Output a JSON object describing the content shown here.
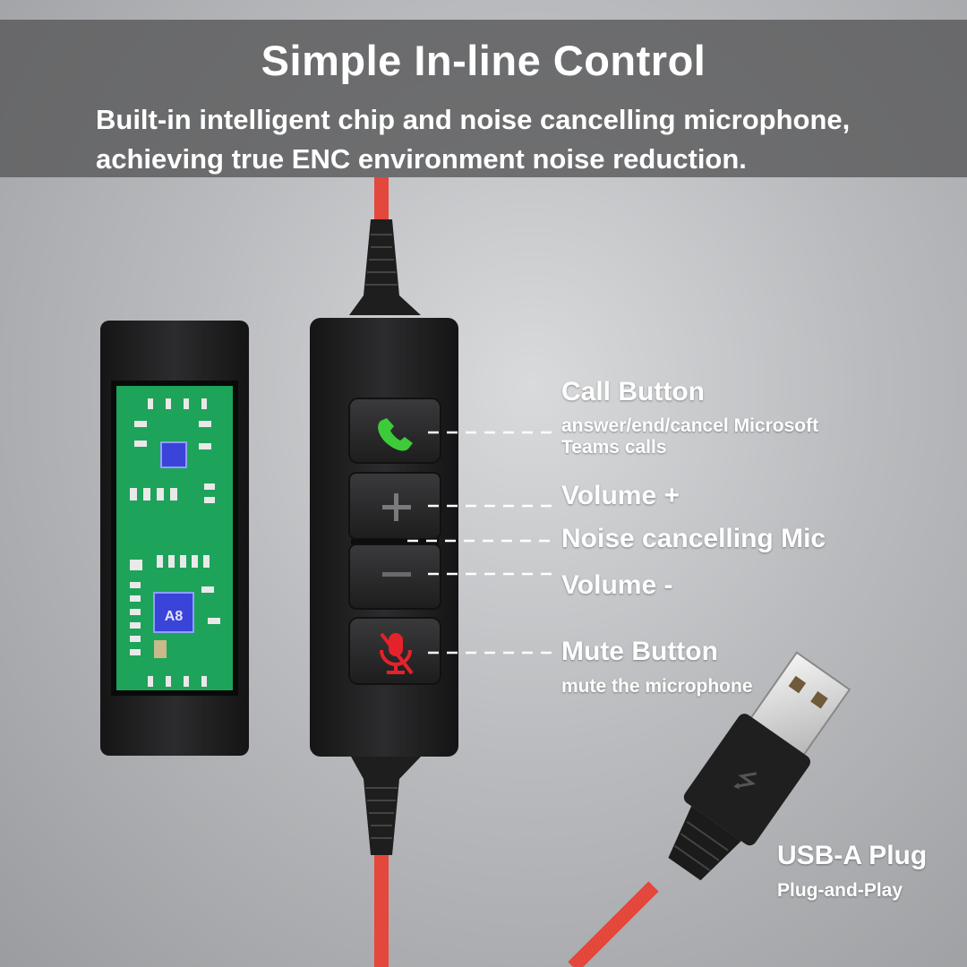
{
  "header": {
    "title": "Simple In-line Control",
    "subtitle_line1": "Built-in intelligent chip and noise cancelling microphone,",
    "subtitle_line2": "achieving true ENC environment noise reduction."
  },
  "callouts": {
    "call_title": "Call Button",
    "call_desc_1": "answer/end/cancel Microsoft",
    "call_desc_2": "Teams calls",
    "volume_up": "Volume +",
    "noise_mic": "Noise cancelling Mic",
    "volume_down": "Volume -",
    "mute_title": "Mute Button",
    "mute_desc": "mute the microphone",
    "usb_title": "USB-A Plug",
    "usb_desc": "Plug-and-Play"
  },
  "chip_labels": {
    "chip_large": "A8"
  },
  "colors": {
    "cable": "#e4473b",
    "controller_body": "#1f1f20",
    "pcb": "#1ea35a",
    "call_icon": "#3ecb3a",
    "mute_icon": "#e5222a"
  }
}
